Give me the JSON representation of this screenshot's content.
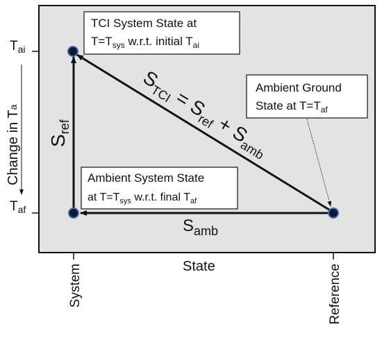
{
  "boxes": {
    "tci_line1": "TCI System State at",
    "tci_line2_pre": "T=T",
    "tci_line2_sub1": "sys",
    "tci_line2_mid": " w.r.t. initial T",
    "tci_line2_sub2": "ai",
    "amb_sys_line1": "Ambient System State",
    "amb_sys_line2_pre": "at T=T",
    "amb_sys_line2_sub1": "sys",
    "amb_sys_line2_mid": " w.r.t. final T",
    "amb_sys_line2_sub2": "af"
  },
  "annotation": {
    "ground_line1": "Ambient Ground",
    "ground_line2_pre": "State at T=T",
    "ground_line2_sub": "af"
  },
  "arrows": {
    "s_tci_main": "S",
    "s_tci_sub": "TCI",
    "equals": " = ",
    "s_ref_main": "S",
    "s_ref_sub": "ref",
    "plus": " + ",
    "s_amb_main": "S",
    "s_amb_sub": "amb",
    "vertical_main": "S",
    "vertical_sub": "ref",
    "bottom_main": "S",
    "bottom_sub": "amb"
  },
  "y_axis": {
    "tick_top_main": "T",
    "tick_top_sub": "ai",
    "tick_bottom_main": "T",
    "tick_bottom_sub": "af",
    "label_main": "Change in T",
    "label_sub": "a"
  },
  "x_axis": {
    "title": "State",
    "tick_left": "System",
    "tick_right": "Reference"
  },
  "colors": {
    "panel": "#e3e3e3",
    "node_fill": "#0d1b2e",
    "node_ring": "#4a67b5",
    "box_fill": "#ffffff",
    "stroke": "#111111"
  }
}
